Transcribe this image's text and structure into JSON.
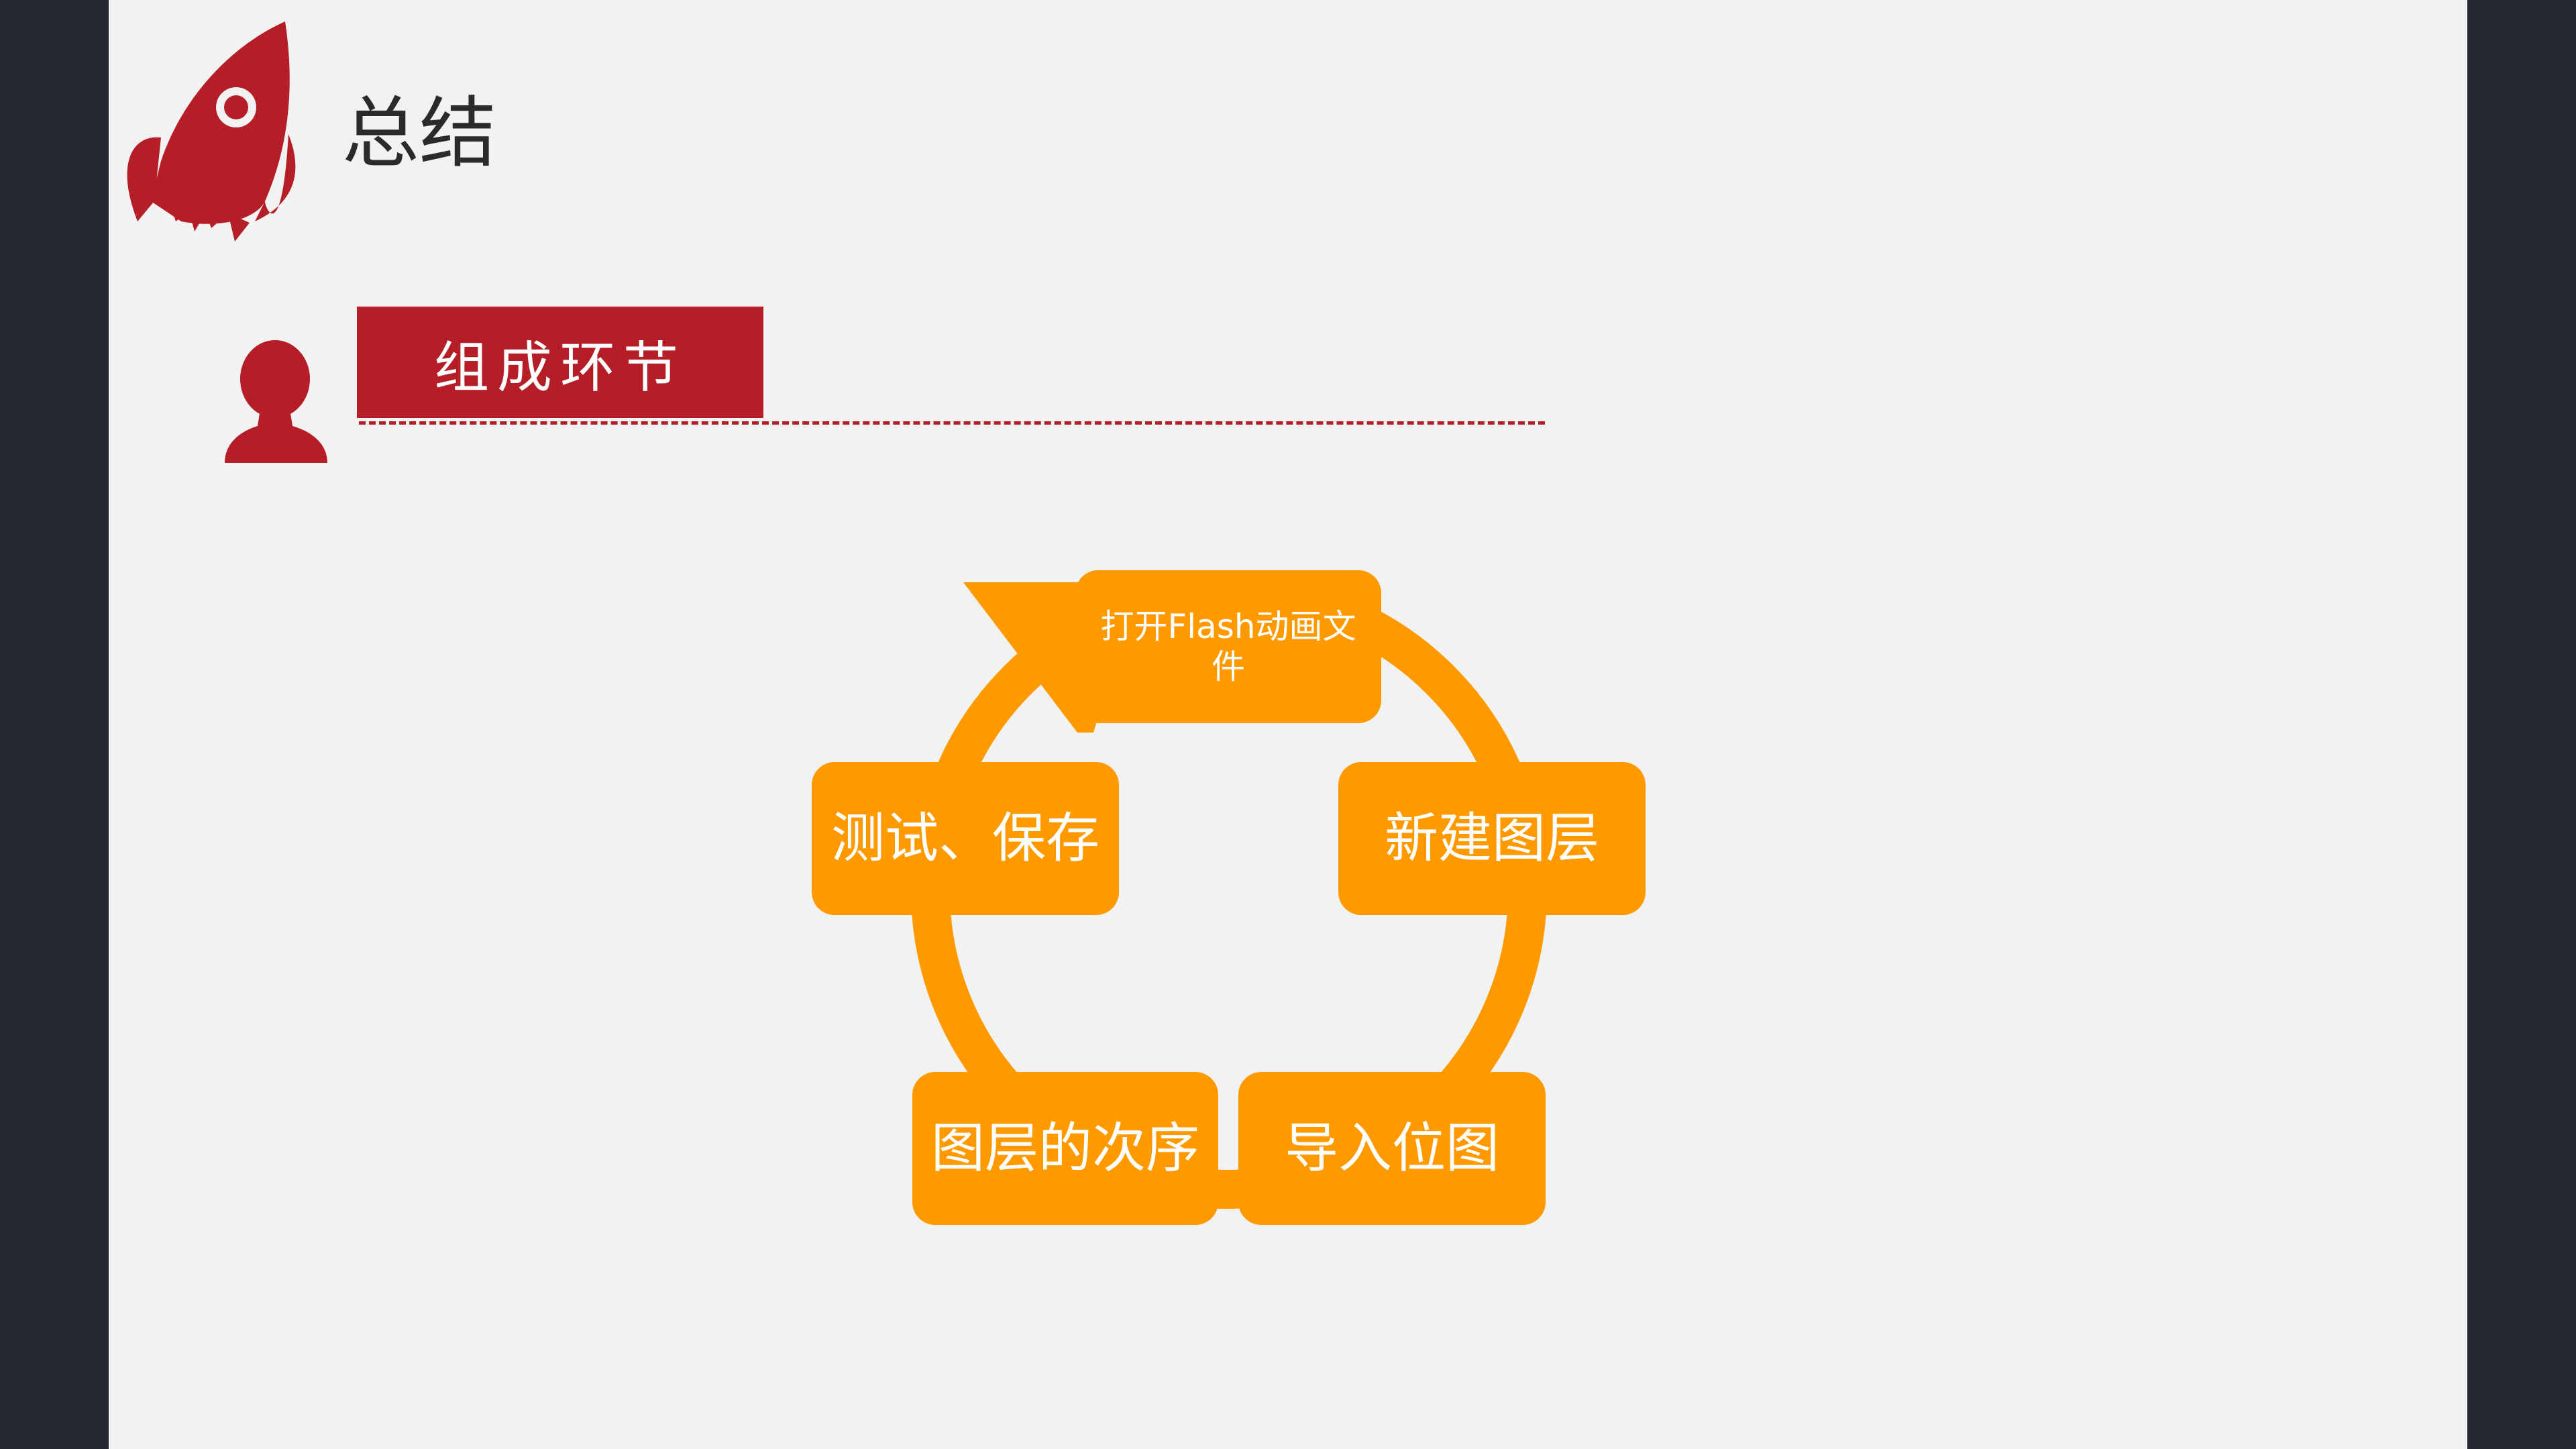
{
  "title": "总结",
  "section_label": "组成环节",
  "cycle_steps": [
    "打开Flash动画文件",
    "新建图层",
    "导入位图",
    "图层的次序",
    "测试、保存"
  ],
  "colors": {
    "accent_red": "#b51d27",
    "step_orange": "#fe9a00",
    "slide_bg": "#f2f2f2",
    "frame_dark": "#232833"
  },
  "icons": [
    "rocket-icon",
    "person-icon"
  ]
}
